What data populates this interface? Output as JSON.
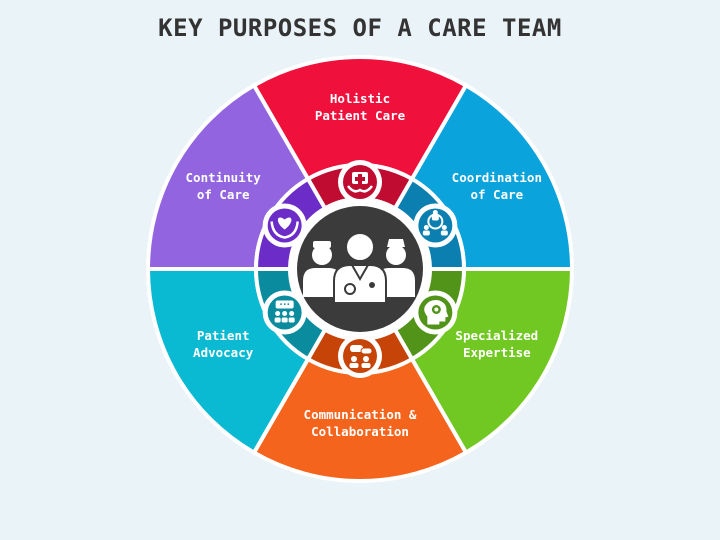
{
  "title": "KEY PURPOSES OF A CARE TEAM",
  "center": {
    "icon": "medical-team-icon"
  },
  "segments": [
    {
      "lines": [
        "Holistic",
        "Patient Care"
      ],
      "color": "#f0103c",
      "inner_color": "#c00c30",
      "icon": "medical-kit-hands-icon"
    },
    {
      "lines": [
        "Coordination",
        "of Care"
      ],
      "color": "#0aa3dc",
      "inner_color": "#0a7fb0",
      "icon": "network-people-icon"
    },
    {
      "lines": [
        "Specialized",
        "Expertise"
      ],
      "color": "#72c822",
      "inner_color": "#52941a",
      "icon": "head-gear-icon"
    },
    {
      "lines": [
        "Communication &",
        "Collaboration"
      ],
      "color": "#f5641c",
      "inner_color": "#c74408",
      "icon": "chat-people-icon"
    },
    {
      "lines": [
        "Patient",
        "Advocacy"
      ],
      "color": "#0ab9d2",
      "inner_color": "#0a8c9e",
      "icon": "speaker-audience-icon"
    },
    {
      "lines": [
        "Continuity",
        "of Care"
      ],
      "color": "#9264e0",
      "inner_color": "#6c2cc8",
      "icon": "heart-hands-icon"
    }
  ]
}
